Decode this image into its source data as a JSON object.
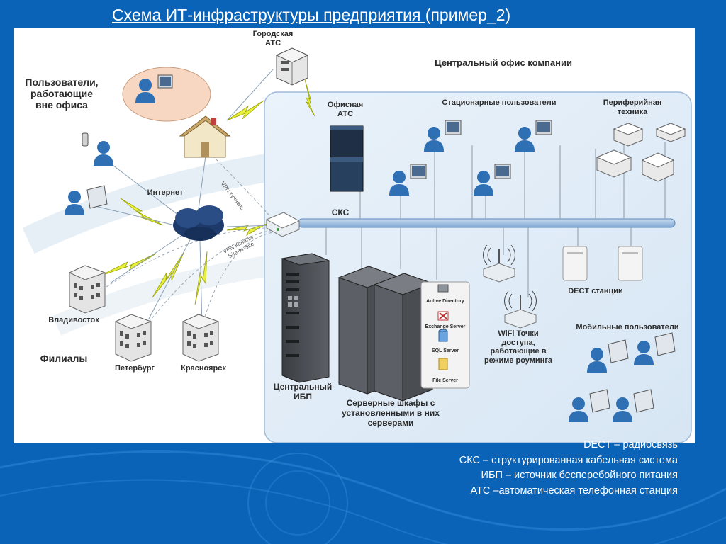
{
  "title": {
    "main": "Схема ИТ-инфраструктуры предприятия ",
    "suffix": "(пример_2)"
  },
  "labels": {
    "city_pbx": "Городская\nАТС",
    "central_office": "Центральный офис компании",
    "remote_users": "Пользователи,\nработающие\nвне офиса",
    "office_pbx": "Офисная\nАТС",
    "stationary_users": "Стационарные пользователи",
    "peripherals": "Периферийная\nтехника",
    "internet": "Интернет",
    "vpn_tunnel": "VPN туннель",
    "vpn_channels": "VPN Каналы\nSite-to-Site",
    "scs": "СКС",
    "vladivostok": "Владивосток",
    "branches": "Филиалы",
    "peterburg": "Петербург",
    "krasnoyarsk": "Красноярск",
    "central_ups": "Центральный\nИБП",
    "server_racks": "Серверные шкафы с\nустановленными в них\nсерверами",
    "wifi": "WiFi Точки\nдоступа,\nработающие в\nрежиме роуминга",
    "dect": "DECT станции",
    "mobile_users": "Мобильные пользователи",
    "srv_ad": "Active Directory",
    "srv_exchange": "Exchange Server",
    "srv_sql": "SQL Server",
    "srv_file": "File Server"
  },
  "legend": [
    "DECT – радиосвязь",
    "СКС – структурированная кабельная система",
    "ИБП – источник бесперебойного питания",
    "АТС –автоматическая телефонная станция"
  ],
  "colors": {
    "background": "#0b63b8",
    "panel": "#ffffff",
    "office_zone": "#e3eef8",
    "user_icon": "#2f6fb3",
    "lightning": "#e8f03a"
  }
}
